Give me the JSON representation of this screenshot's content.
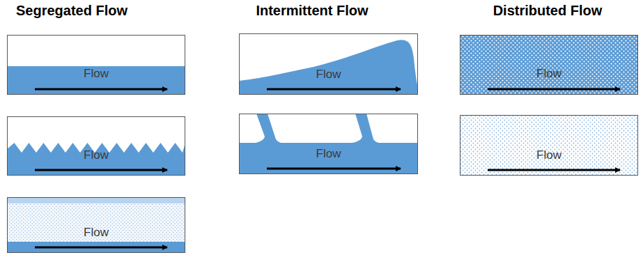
{
  "diagram": {
    "nodes": [
      {
        "text": [
          "Flow"
        ]
      },
      {
        "text": [
          "Flow"
        ]
      },
      {
        "text": [
          "Flow"
        ]
      },
      {
        "text": [
          "Flow"
        ]
      },
      {
        "text": [
          "Flow"
        ]
      },
      {
        "text": [
          "Flow"
        ]
      },
      {
        "text": [
          "Flow"
        ]
      }
    ],
    "labels": [
      "Segregated Flow",
      "Intermittent Flow",
      "Distributed Flow"
    ]
  }
}
